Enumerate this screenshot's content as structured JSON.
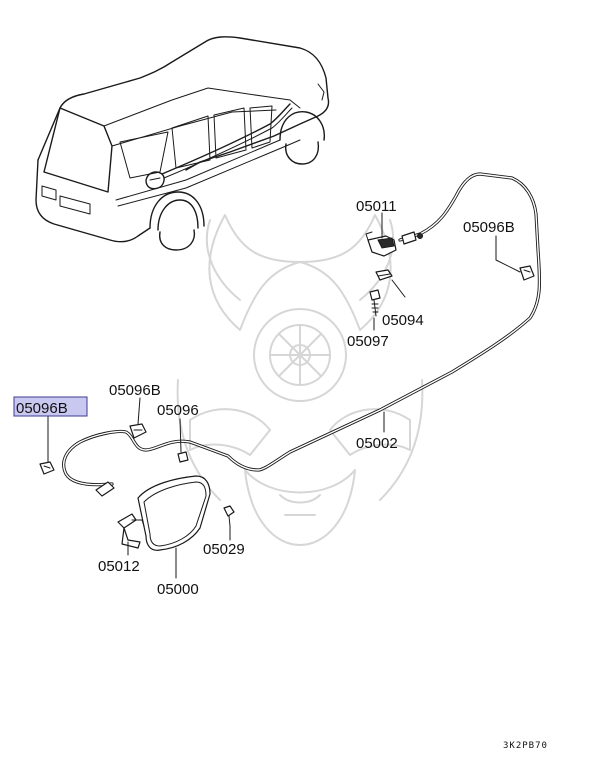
{
  "diagram": {
    "highlight_color": "#c9c8f0",
    "highlight_border": "#3b3b8f",
    "callouts": [
      {
        "id": "05096B_left",
        "text": "05096B",
        "highlighted": true
      },
      {
        "id": "05096B_mid",
        "text": "05096B",
        "highlighted": false
      },
      {
        "id": "05096B_right",
        "text": "05096B",
        "highlighted": false
      },
      {
        "id": "05096",
        "text": "05096",
        "highlighted": false
      },
      {
        "id": "05011",
        "text": "05011",
        "highlighted": false
      },
      {
        "id": "05094",
        "text": "05094",
        "highlighted": false
      },
      {
        "id": "05097",
        "text": "05097",
        "highlighted": false
      },
      {
        "id": "05002",
        "text": "05002",
        "highlighted": false
      },
      {
        "id": "05029",
        "text": "05029",
        "highlighted": false
      },
      {
        "id": "05012",
        "text": "05012",
        "highlighted": false
      },
      {
        "id": "05000",
        "text": "05000",
        "highlighted": false
      }
    ],
    "drawing_code": "3K2PB70"
  }
}
